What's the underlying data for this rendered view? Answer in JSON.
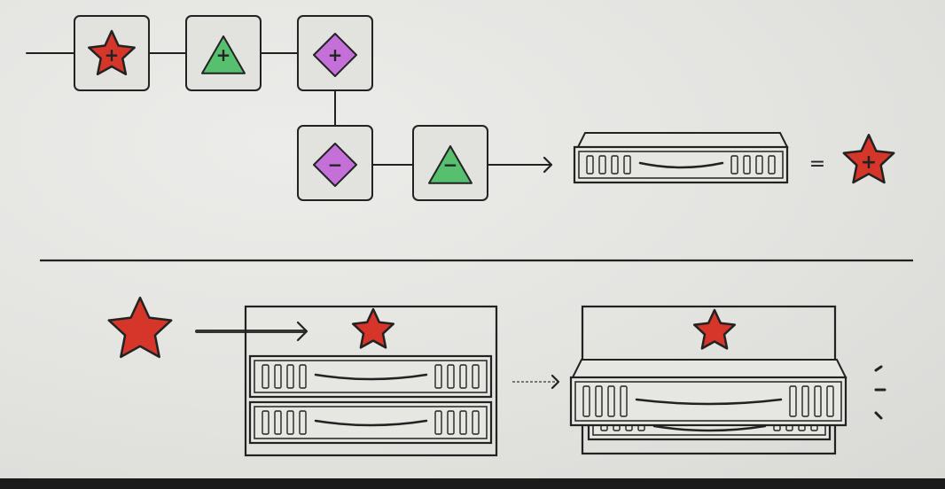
{
  "scene": "drawer puzzle",
  "colors": {
    "paper": "#e4e4e1",
    "ink": "#222222",
    "star_red": "#d6362a",
    "triangle_green": "#57c06f",
    "diamond_purple": "#c470d8",
    "tile_bg": "#e2e2df",
    "floor": "#1b1b1b"
  },
  "top_chain": {
    "row1": [
      {
        "shape": "star-icon",
        "sign": "+"
      },
      {
        "shape": "triangle-icon",
        "sign": "+"
      },
      {
        "shape": "diamond-icon",
        "sign": "+"
      }
    ],
    "row2": [
      {
        "shape": "diamond-icon",
        "sign": "−"
      },
      {
        "shape": "triangle-icon",
        "sign": "−"
      }
    ],
    "result": {
      "equals": "=",
      "shape": "star-icon",
      "sign": "+"
    }
  },
  "bottom": {
    "input_shape": "star-icon",
    "cabinet_before": {
      "star_on_top": true,
      "drawers": 2,
      "opened_drawers": 0
    },
    "cabinet_after": {
      "star_on_top": true,
      "drawers": 2,
      "opened_drawers": 1
    }
  }
}
